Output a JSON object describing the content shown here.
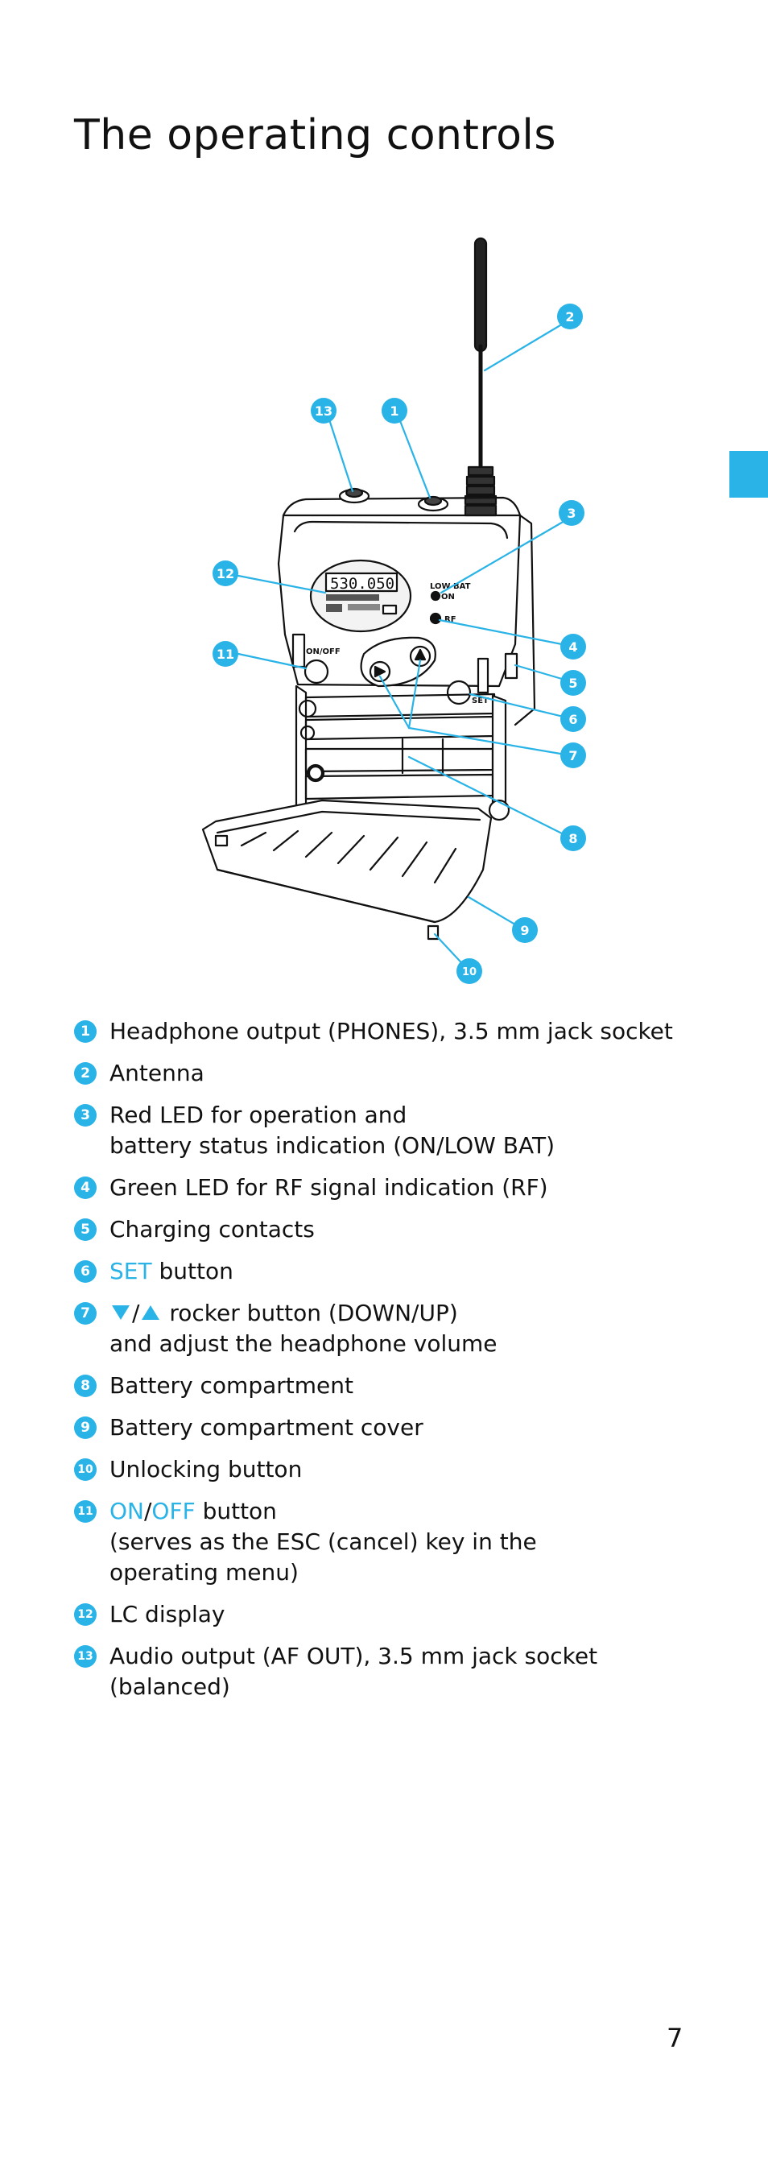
{
  "page": {
    "title": "The operating controls",
    "page_number": "7",
    "accent_color": "#2ab3e7"
  },
  "diagram": {
    "icon": "pocket-receiver-device-illustration",
    "device_labels": {
      "on_off": "ON/OFF",
      "set": "SET",
      "low_bat": "LOW BAT",
      "on": "ON",
      "rf": "RF"
    },
    "callouts": [
      "1",
      "2",
      "3",
      "4",
      "5",
      "6",
      "7",
      "8",
      "9",
      "10",
      "11",
      "12",
      "13"
    ]
  },
  "legend": [
    {
      "num": "1",
      "lines": [
        "Headphone output (PHONES), 3.5 mm jack socket"
      ]
    },
    {
      "num": "2",
      "lines": [
        "Antenna"
      ]
    },
    {
      "num": "3",
      "lines": [
        "Red LED for operation and",
        "battery status indication (ON/LOW BAT)"
      ]
    },
    {
      "num": "4",
      "lines": [
        "Green LED for RF signal indication (RF)"
      ]
    },
    {
      "num": "5",
      "lines": [
        "Charging contacts"
      ]
    },
    {
      "num": "6",
      "highlight": "SET",
      "rest": " button"
    },
    {
      "num": "7",
      "separator": "/",
      "rest": " rocker button (DOWN/UP)",
      "line2": "and adjust the headphone volume"
    },
    {
      "num": "8",
      "lines": [
        "Battery compartment"
      ]
    },
    {
      "num": "9",
      "lines": [
        "Battery compartment cover"
      ]
    },
    {
      "num": "10",
      "lines": [
        "Unlocking button"
      ]
    },
    {
      "num": "11",
      "hl_on": "ON",
      "slash": "/",
      "hl_off": "OFF",
      "rest": " button",
      "line2": "(serves as the ESC (cancel) key in the",
      "line3": "operating menu)"
    },
    {
      "num": "12",
      "lines": [
        "LC display"
      ]
    },
    {
      "num": "13",
      "lines": [
        "Audio output (AF OUT), 3.5 mm jack socket",
        "(balanced)"
      ]
    }
  ]
}
